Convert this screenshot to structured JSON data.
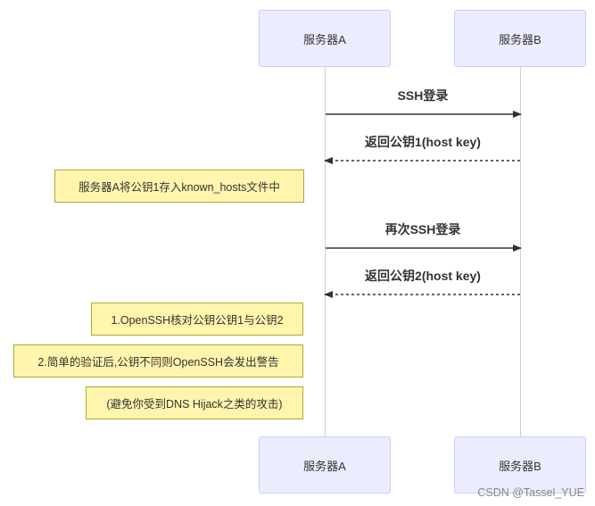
{
  "participants": {
    "a": "服务器A",
    "b": "服务器B"
  },
  "messages": [
    {
      "from": "a",
      "to": "b",
      "label": "SSH登录",
      "style": "solid"
    },
    {
      "from": "b",
      "to": "a",
      "label": "返回公钥1(host key)",
      "style": "dashed"
    },
    {
      "from": "a",
      "to": "b",
      "label": "再次SSH登录",
      "style": "solid"
    },
    {
      "from": "b",
      "to": "a",
      "label": "返回公钥2(host key)",
      "style": "dashed"
    }
  ],
  "notes": [
    "服务器A将公钥1存入known_hosts文件中",
    "1.OpenSSH核对公钥公钥1与公钥2",
    "2.简单的验证后,公钥不同则OpenSSH会发出警告",
    "(避免你受到DNS Hijack之类的攻击)"
  ],
  "watermark": "CSDN @Tassel_YUE",
  "colors": {
    "actor_fill": "#ECECFF",
    "actor_border": "#CCCCFF",
    "note_fill": "#FFF5AD",
    "note_border": "#AAAA33",
    "arrow": "#333333"
  }
}
